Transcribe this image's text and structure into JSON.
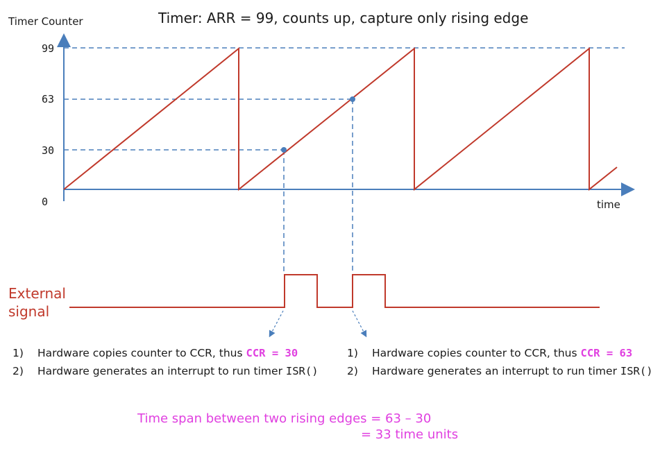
{
  "title": "Timer: ARR = 99,  counts up,  capture only rising edge",
  "ylabel": "Timer Counter",
  "xlabel": "time",
  "ticks": {
    "t99": "99",
    "t63": "63",
    "t30": "30",
    "t0": "0"
  },
  "signal_label": {
    "line1": "External",
    "line2": "signal"
  },
  "notes_left": {
    "n1": "1)",
    "t1": "Hardware copies counter to CCR, thus ",
    "v1": "CCR = 30",
    "n2": "2)",
    "t2": "Hardware generates an interrupt to run timer ",
    "v2": "ISR()"
  },
  "notes_right": {
    "n1": "1)",
    "t1": "Hardware copies counter to CCR, thus ",
    "v1": "CCR = 63",
    "n2": "2)",
    "t2": "Hardware generates an interrupt to run timer ",
    "v2": "ISR()"
  },
  "time_span": {
    "line1": "Time span between two rising edges = 63 – 30",
    "line2": "= 33 time units"
  },
  "colors": {
    "axis": "#4a7ebb",
    "signal": "#c0392b",
    "highlight": "#e040e0"
  }
}
